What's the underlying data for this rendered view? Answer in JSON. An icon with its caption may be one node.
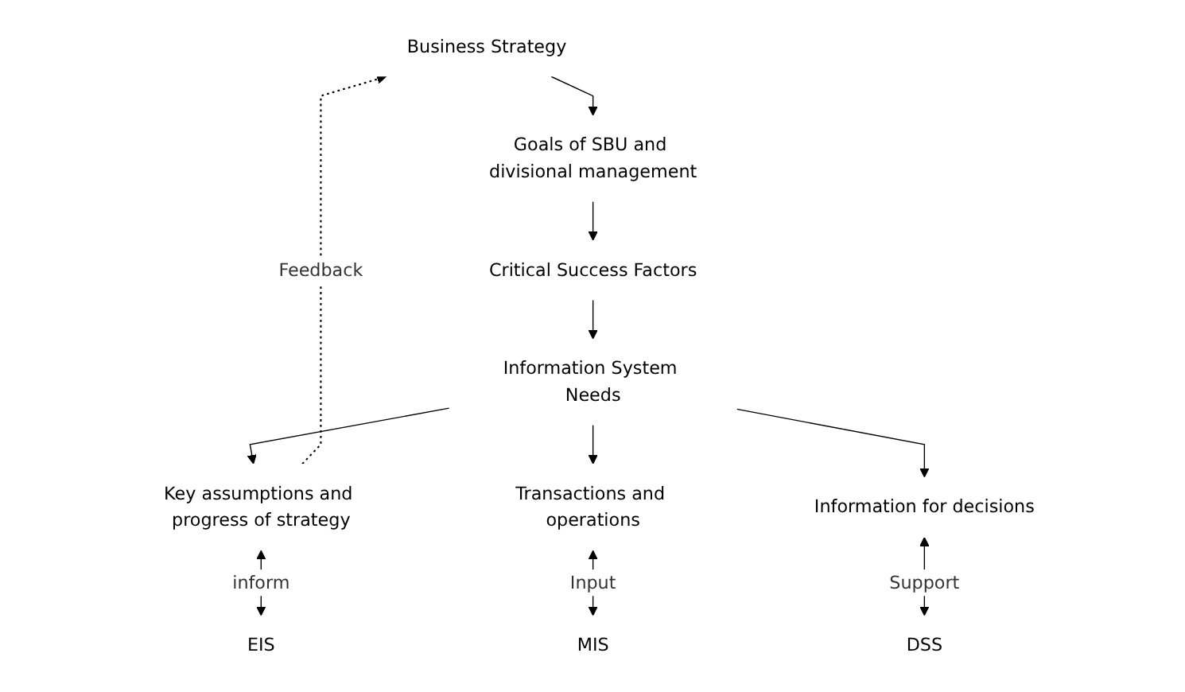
{
  "diagram": {
    "nodes": [
      {
        "text": [
          "Business Strategy"
        ]
      },
      {
        "text": [
          "Goals of SBU and divisional management"
        ]
      },
      {
        "text": [
          "Critical Success Factors"
        ]
      },
      {
        "text": [
          "Information System Needs"
        ]
      },
      {
        "text": [
          "Key assumptions and progress of strategy"
        ]
      },
      {
        "text": [
          "Transactions and operations"
        ]
      },
      {
        "text": [
          "Information for decisions"
        ]
      },
      {
        "text": [
          "EIS"
        ]
      },
      {
        "text": [
          "MIS"
        ]
      },
      {
        "text": [
          "DSS"
        ]
      }
    ],
    "edges": [
      {
        "from": 0,
        "to": 1,
        "arrow": "to"
      },
      {
        "from": 1,
        "to": 2,
        "arrow": "to"
      },
      {
        "from": 2,
        "to": 3,
        "arrow": "to"
      },
      {
        "from": 3,
        "to": 4,
        "arrow": "to"
      },
      {
        "from": 3,
        "to": 5,
        "arrow": "to"
      },
      {
        "from": 3,
        "to": 6,
        "arrow": "to"
      },
      {
        "from": 4,
        "to": 7,
        "arrow": "both",
        "label": "inform"
      },
      {
        "from": 5,
        "to": 8,
        "arrow": "both",
        "label": "Input"
      },
      {
        "from": 6,
        "to": 9,
        "arrow": "both",
        "label": "Support"
      },
      {
        "from": 4,
        "to": 0,
        "arrow": "to",
        "style": "dashed",
        "label": "Feedback"
      }
    ]
  }
}
